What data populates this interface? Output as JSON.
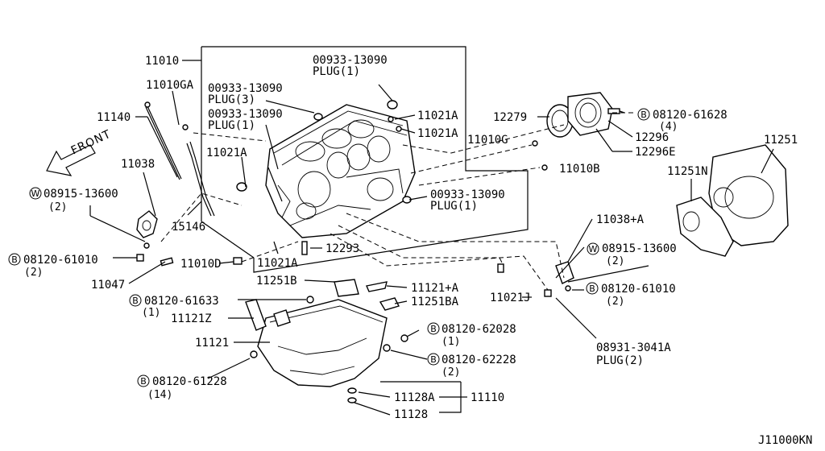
{
  "diagram_code": "J11000KN",
  "front_label": "FRONT",
  "parts": {
    "p11010": "11010",
    "p11010GA": "11010GA",
    "p11140": "11140",
    "p11038": "11038",
    "w08915_left": "08915-13600",
    "w08915_left_qty": "(2)",
    "b08120_61010_left": "08120-61010",
    "b08120_61010_left_qty": "(2)",
    "p11047": "11047",
    "p15146": "15146",
    "p11010D": "11010D",
    "p11021A_left": "11021A",
    "p11021A_bottom": "11021A",
    "p12293": "12293",
    "plug_top_num": "00933-13090",
    "plug_top_qty": "PLUG(1)",
    "plug3_num": "00933-13090",
    "plug3_qty": "PLUG(3)",
    "plug1_num": "00933-13090",
    "plug1_qty": "PLUG(1)",
    "p11021A_r1": "11021A",
    "p11021A_r2": "11021A",
    "p12279": "12279",
    "p11010G": "11010G",
    "p11010B": "11010B",
    "plug_right_num": "00933-13090",
    "plug_right_qty": "PLUG(1)",
    "b08120_61628": "08120-61628",
    "b08120_61628_qty": "(4)",
    "p12296": "12296",
    "p12296E": "12296E",
    "p11251": "11251",
    "p11251N": "11251N",
    "p11038A": "11038+A",
    "w08915_right": "08915-13600",
    "w08915_right_qty": "(2)",
    "b08120_61010_right": "08120-61010",
    "b08120_61010_right_qty": "(2)",
    "p11021J": "11021J",
    "plug_bottom_num": "08931-3041A",
    "plug_bottom_qty": "PLUG(2)",
    "p11251B": "11251B",
    "p11121A": "11121+A",
    "p11251BA": "11251BA",
    "b08120_61633": "08120-61633",
    "b08120_61633_qty": "(1)",
    "p11121Z": "11121Z",
    "p11121": "11121",
    "b08120_62028": "08120-62028",
    "b08120_62028_qty": "(1)",
    "b08120_62228": "08120-62228",
    "b08120_62228_qty": "(2)",
    "b08120_61228": "08120-61228",
    "b08120_61228_qty": "(14)",
    "p11128A": "11128A",
    "p11128": "11128",
    "p11110": "11110"
  },
  "markers": {
    "bolt": "B",
    "washer": "W"
  }
}
